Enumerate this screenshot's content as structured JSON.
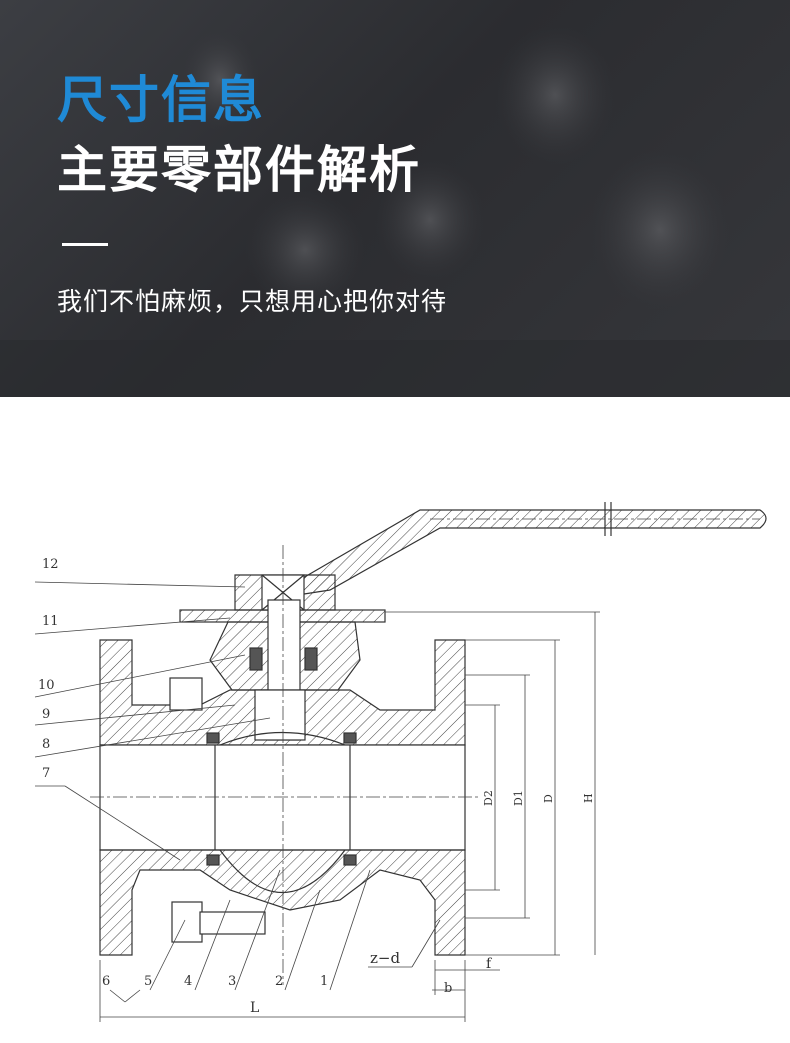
{
  "header": {
    "title_line1": "尺寸信息",
    "title_line2": "主要零部件解析",
    "subtitle": "我们不怕麻烦，只想用心把你对待"
  },
  "drawing": {
    "part_numbers": [
      "1",
      "2",
      "3",
      "4",
      "5",
      "6",
      "7",
      "8",
      "9",
      "10",
      "11",
      "12"
    ],
    "dimension_labels": {
      "D2": "D2",
      "D1": "D1",
      "D": "D",
      "H": "H",
      "L": "L",
      "b": "b",
      "f": "f",
      "zd": "z−d"
    }
  },
  "colors": {
    "accent": "#1f8ad6",
    "banner": "#2e2f33"
  }
}
